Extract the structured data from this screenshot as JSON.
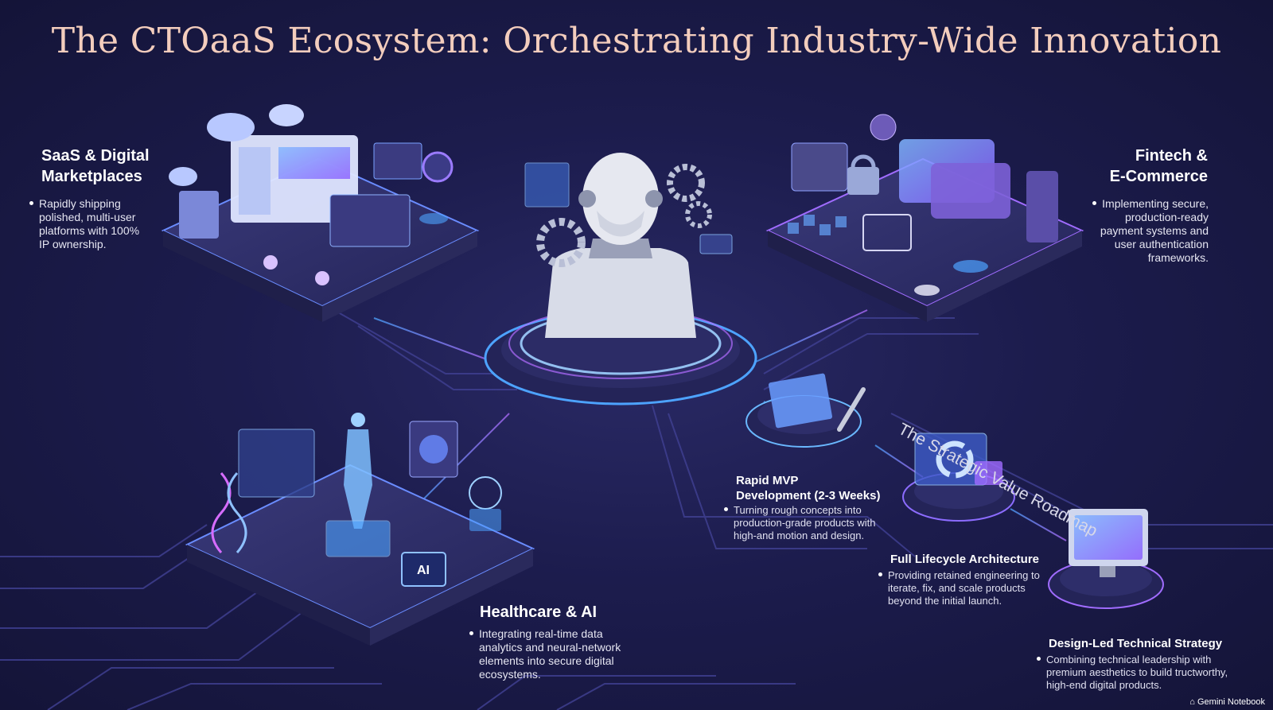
{
  "title": "The CTOaaS Ecosystem: Orchestrating Industry-Wide Innovation",
  "industries": {
    "saas": {
      "heading_line1": "SaaS & Digital",
      "heading_line2": "Marketplaces",
      "bullet_lines": [
        "Rapidly shipping",
        "polished, multi-user",
        "platforms with 100%",
        "IP ownership."
      ]
    },
    "fintech": {
      "heading_line1": "Fintech &",
      "heading_line2": "E-Commerce",
      "bullet_lines": [
        "Implementing secure,",
        "production-ready",
        "payment systems and",
        "user authentication",
        "frameworks."
      ]
    },
    "healthcare": {
      "heading": "Healthcare & AI",
      "bullet_lines": [
        "Integrating real-time data",
        "analytics and neural-network",
        "elements into secure digital",
        "ecosystems."
      ],
      "chip_label": "AI"
    }
  },
  "roadmap": {
    "title": "The Strategic Value Roadmap",
    "steps": [
      {
        "heading_line1": "Rapid MVP",
        "heading_line2": "Development (2-3 Weeks)",
        "bullet_lines": [
          "Turning rough concepts into",
          "production-grade products with",
          "high-and motion and design."
        ]
      },
      {
        "heading": "Full Lifecycle Architecture",
        "bullet_lines": [
          "Providing retained engineering to",
          "iterate, fix, and scale products",
          "beyond the initial launch."
        ]
      },
      {
        "heading": "Design-Led Technical Strategy",
        "bullet_lines": [
          "Combining technical leadership with",
          "premium aesthetics to build tructworthy,",
          "high-end digital products."
        ]
      }
    ]
  },
  "watermark": "Gemini Notebook",
  "colors": {
    "background": "#1c1c4d",
    "title": "#f3cdbd",
    "accent_blue": "#4da3ff",
    "accent_purple": "#a06cff",
    "platform": "#2e2e66"
  }
}
